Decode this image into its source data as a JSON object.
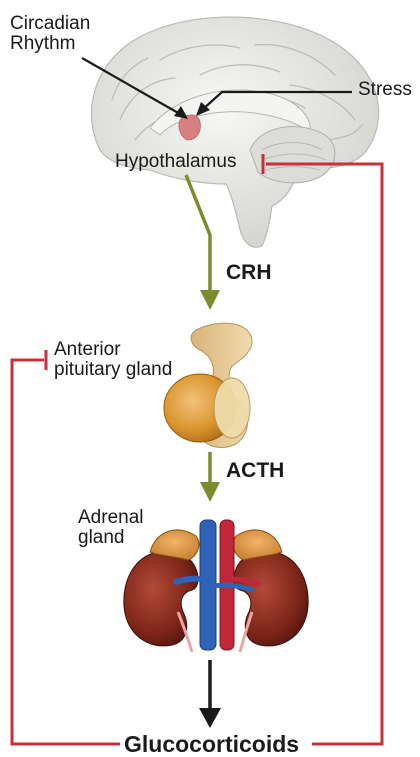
{
  "labels": {
    "circadian_line1": "Circadian",
    "circadian_line2": "Rhythm",
    "stress": "Stress",
    "hypothalamus": "Hypothalamus",
    "crh": "CRH",
    "anterior_line1": "Anterior",
    "anterior_line2": "pituitary gland",
    "acth": "ACTH",
    "adrenal_line1": "Adrenal",
    "adrenal_line2": "gland",
    "glucocorticoids": "Glucocorticoids"
  },
  "colors": {
    "stimulation_arrow": "#7a8c2e",
    "inhibition_line": "#c8303a",
    "black_arrow": "#1a1a1a",
    "brain_fill": "#e9e9e6",
    "pituitary_fill": "#d9952e",
    "kidney_fill": "#7a2418",
    "vein_fill": "#2f63b8",
    "artery_fill": "#c0283a"
  },
  "icons": [
    "brain-illustration",
    "pituitary-illustration",
    "kidneys-illustration"
  ]
}
